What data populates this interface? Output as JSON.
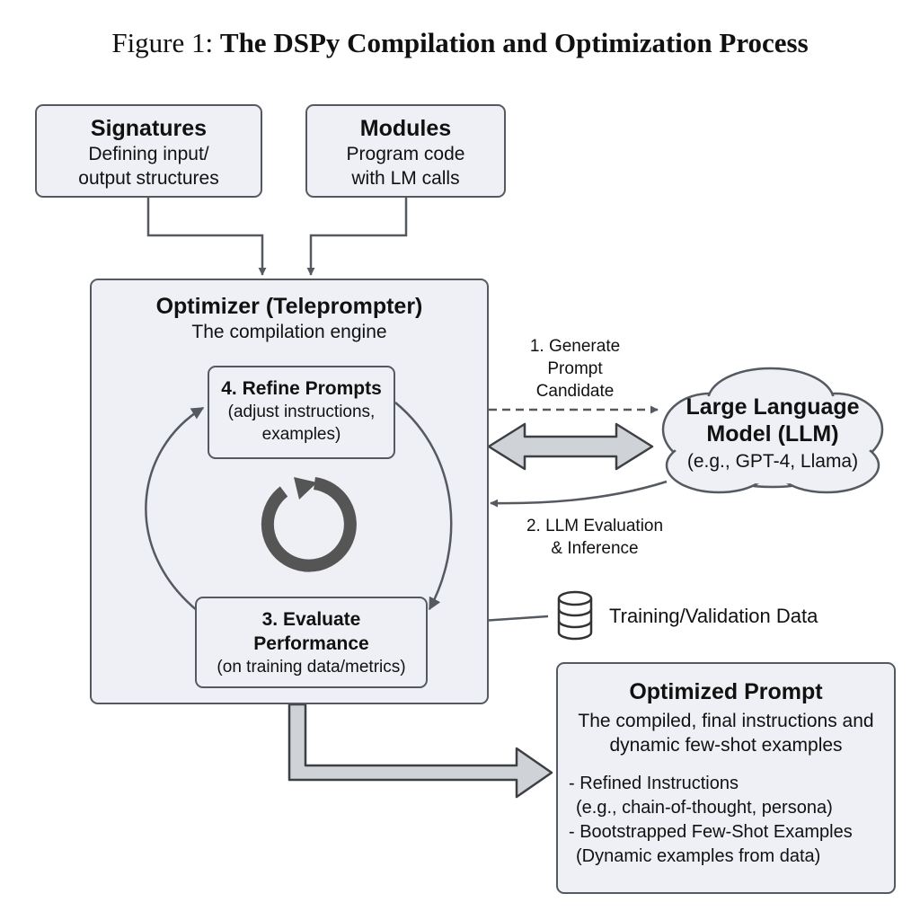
{
  "figure": {
    "label": "Figure 1:",
    "title": "The DSPy Compilation and Optimization Process"
  },
  "signatures": {
    "title": "Signatures",
    "line1": "Defining input/",
    "line2": "output structures"
  },
  "modules": {
    "title": "Modules",
    "line1": "Program code",
    "line2": "with LM calls"
  },
  "optimizer": {
    "title": "Optimizer (Teleprompter)",
    "subtitle": "The compilation engine"
  },
  "refine": {
    "title": "4. Refine Prompts",
    "line1": "(adjust instructions,",
    "line2": "examples)"
  },
  "evaluate": {
    "title1": "3. Evaluate",
    "title2": "Performance",
    "line1": "(on training data/metrics)"
  },
  "llm": {
    "title1": "Large Language",
    "title2": "Model (LLM)",
    "subtitle": "(e.g., GPT-4, Llama)"
  },
  "step1": {
    "line1": "1. Generate",
    "line2": "Prompt",
    "line3": "Candidate"
  },
  "step2": {
    "line1": "2. LLM Evaluation",
    "line2": "& Inference"
  },
  "data_source": {
    "label": "Training/Validation Data"
  },
  "output": {
    "title": "Optimized Prompt",
    "line1": "The compiled, final instructions and",
    "line2": "dynamic few-shot examples",
    "bullets": [
      "- Refined Instructions",
      "  (e.g., chain-of-thought, persona)",
      "- Bootstrapped Few-Shot Examples",
      "  (Dynamic examples from data)"
    ]
  },
  "colors": {
    "box_fill": "#eef0f5",
    "border": "#555a60",
    "arrow": "#555a60",
    "cycle_icon": "#555555",
    "fat_arrow_fill": "#cfd2d6"
  },
  "icons": {
    "cycle": "refresh-cycle-icon",
    "database": "database-icon",
    "cloud": "cloud-shape"
  }
}
